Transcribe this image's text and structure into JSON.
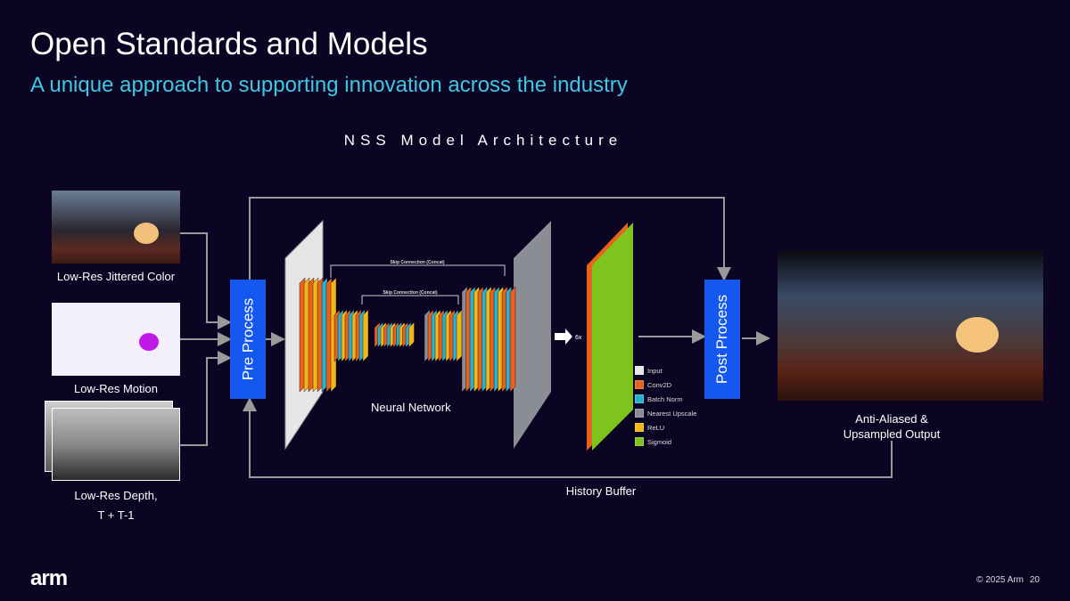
{
  "slide": {
    "title": "Open Standards and Models",
    "subtitle": "A unique approach to supporting innovation across the industry",
    "diagram_title": "NSS Model Architecture",
    "inputs": [
      {
        "label": "Low-Res Jittered Color"
      },
      {
        "label": "Low-Res Motion"
      },
      {
        "label": "Low-Res Depth,",
        "label2": "T + T-1"
      }
    ],
    "pre_process": "Pre Process",
    "post_process": "Post Process",
    "network_label": "Neural Network",
    "skip_outer": "Skip Connection (Concat)",
    "skip_inner": "Skip Connection (Concat)",
    "repeat": "6x",
    "history": "History Buffer",
    "output_label": "Anti-Aliased &",
    "output_label2": "Upsampled Output",
    "legend": [
      {
        "name": "Input",
        "color": "#e6e6e6"
      },
      {
        "name": "Conv2D",
        "color": "#e8621c"
      },
      {
        "name": "Batch Norm",
        "color": "#27b2cf"
      },
      {
        "name": "Nearest Upscale",
        "color": "#8a8d94"
      },
      {
        "name": "ReLU",
        "color": "#f2b712"
      },
      {
        "name": "Sigmoid",
        "color": "#7fc41c"
      }
    ]
  },
  "footer": {
    "logo": "arm",
    "copyright": "© 2025 Arm",
    "page": "20"
  },
  "colors": {
    "background": "#0b0422",
    "accent": "#3fc7e4",
    "process": "#1558f0"
  }
}
